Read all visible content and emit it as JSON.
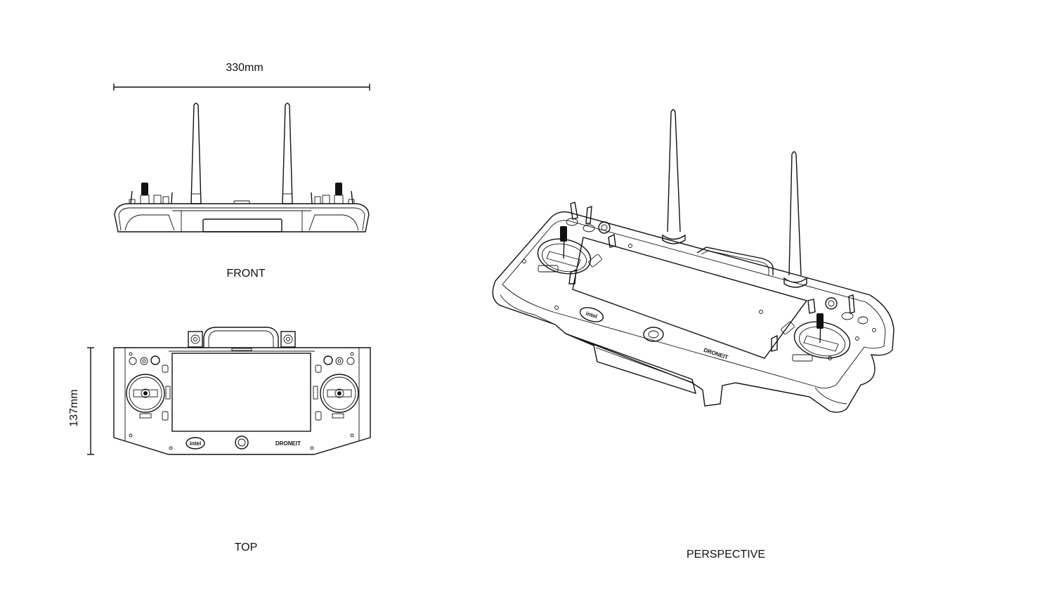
{
  "dimensions": {
    "width_label": "330mm",
    "height_label": "137mm"
  },
  "views": {
    "front": "FRONT",
    "top": "TOP",
    "perspective": "PERSPECTIVE"
  },
  "branding": {
    "logo_badge": "intel",
    "brand_name": "DRONEIT"
  }
}
